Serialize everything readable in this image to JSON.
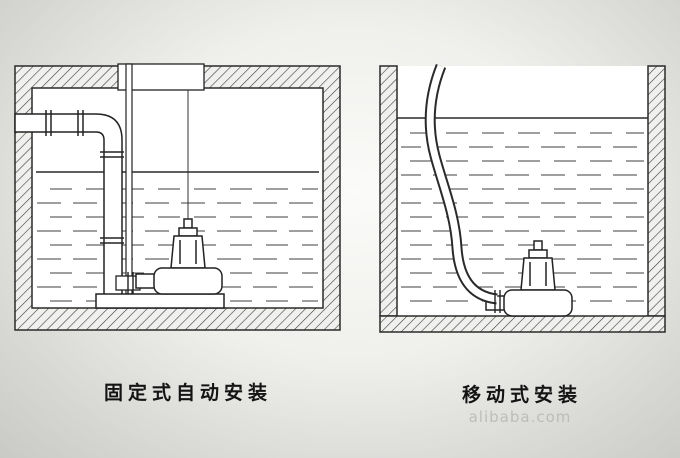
{
  "figures": {
    "left": {
      "caption": "固定式自动安装"
    },
    "right": {
      "caption": "移动式安装"
    }
  },
  "watermark": "alibaba.com",
  "colors": {
    "ink": "#2a2a2a",
    "water_dash": "#3f3f3f",
    "background_edge": "#c9c9c6"
  }
}
